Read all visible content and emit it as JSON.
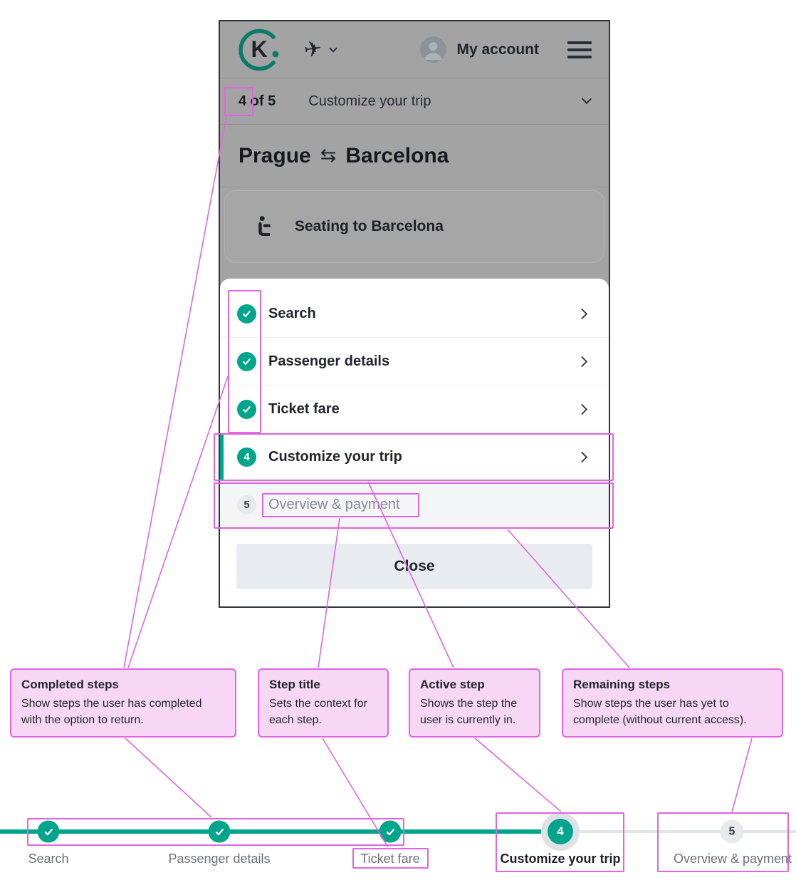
{
  "phone": {
    "header": {
      "brand_letter": "K",
      "account_label": "My account"
    },
    "step_bar": {
      "counter": "4 of 5",
      "title": "Customize your trip"
    },
    "trip": {
      "from": "Prague",
      "to": "Barcelona",
      "swap_glyph": "⇆"
    },
    "seating": {
      "label": "Seating to Barcelona"
    },
    "menu": {
      "items": [
        {
          "label": "Search",
          "state": "completed"
        },
        {
          "label": "Passenger details",
          "state": "completed"
        },
        {
          "label": "Ticket fare",
          "state": "completed"
        },
        {
          "label": "Customize your trip",
          "state": "active",
          "number": "4"
        },
        {
          "label": "Overview & payment",
          "state": "remaining",
          "number": "5"
        }
      ],
      "close_label": "Close"
    }
  },
  "annotations": {
    "completed_steps": {
      "title": "Completed steps",
      "description": "Show steps the user has completed with the option to return."
    },
    "step_title": {
      "title": "Step title",
      "description": "Sets the context for each step."
    },
    "active_step": {
      "title": "Active step",
      "description": "Shows the step the user is currently in."
    },
    "remaining_steps": {
      "title": "Remaining steps",
      "description": "Show steps the user has yet to complete (without current access)."
    }
  },
  "stepper": {
    "steps": [
      {
        "label": "Search",
        "state": "completed"
      },
      {
        "label": "Passenger details",
        "state": "completed"
      },
      {
        "label": "Ticket fare",
        "state": "completed"
      },
      {
        "label": "Customize your trip",
        "state": "active",
        "number": "4"
      },
      {
        "label": "Overview & payment",
        "state": "upcoming",
        "number": "5"
      }
    ]
  },
  "colors": {
    "teal": "#00a58c",
    "pink_border": "#e164e1",
    "pink_fill": "#f8d7f6",
    "dark_text": "#22262c"
  }
}
